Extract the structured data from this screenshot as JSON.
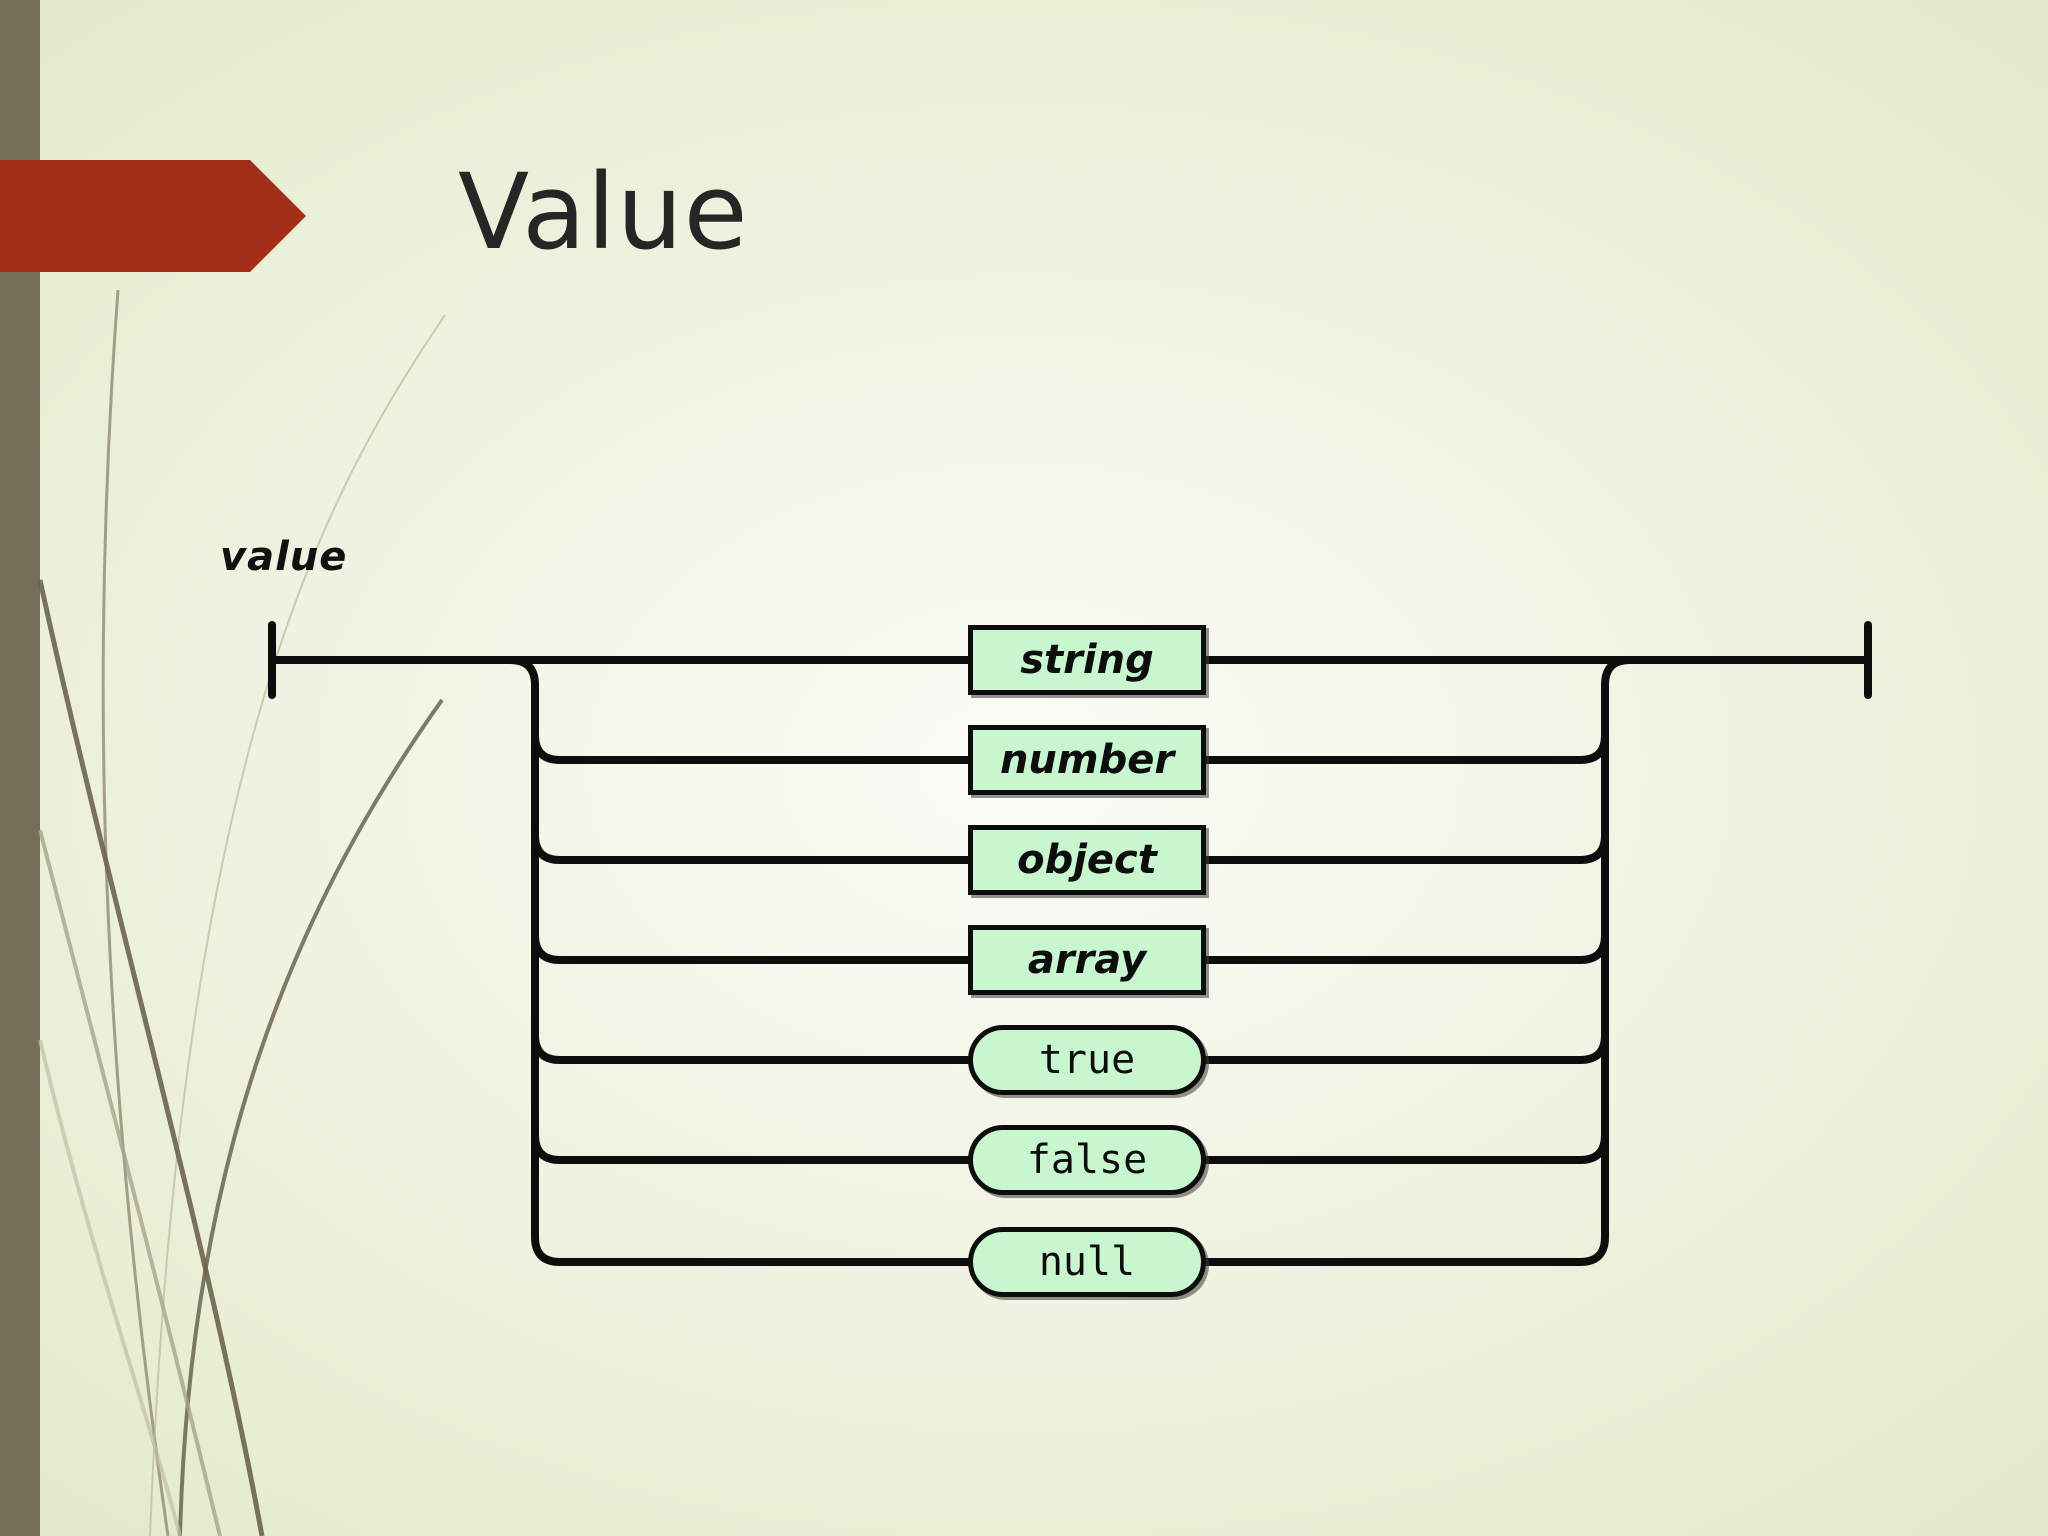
{
  "slide": {
    "title": "Value"
  },
  "diagram": {
    "rule_name": "value",
    "alternatives": [
      {
        "label": "string",
        "kind": "nonterminal"
      },
      {
        "label": "number",
        "kind": "nonterminal"
      },
      {
        "label": "object",
        "kind": "nonterminal"
      },
      {
        "label": "array",
        "kind": "nonterminal"
      },
      {
        "label": "true",
        "kind": "literal"
      },
      {
        "label": "false",
        "kind": "literal"
      },
      {
        "label": "null",
        "kind": "literal"
      }
    ]
  },
  "colors": {
    "sidebar": "#756f58",
    "accent_arrow": "#a32e17",
    "box_fill": "#c8f7cf",
    "line": "#0d0d0d"
  }
}
